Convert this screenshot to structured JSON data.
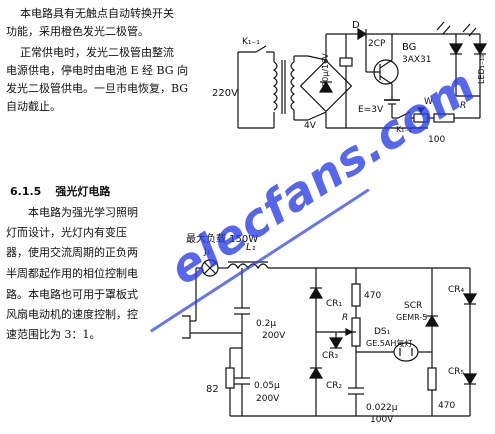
{
  "section1": {
    "lines": [
      "本电路具有无触点自动转换开关",
      "功能，采用橙色发光二极管。",
      "正常供电时，发光二极管由整流",
      "电源供电，停电时由电池 E 经 BG 向",
      "发光二极管供电。一旦市电恢复，BG",
      "自动截止。"
    ],
    "circuit": {
      "relay": "K₁₋₁",
      "mains": "220V",
      "transformer_out": "4V",
      "diode": "D",
      "diode_type": "2CP",
      "capacitor": "100μ/16V",
      "transistor": "BG",
      "transistor_type": "3AX31",
      "battery": "E=3V",
      "relay2": "K₁₋₂",
      "pot": "W",
      "resistor": "R",
      "resistor_value": "100",
      "led_array": "LED₁₋₁₀"
    }
  },
  "section2": {
    "number": "6.1.5",
    "title": "强光灯电路",
    "lines": [
      "本电路为强光学习照明",
      "灯而设计，光灯内有变压",
      "器，使用交流周期的正负两",
      "半周都起作用的相位控制电",
      "路。本电路也可用于罩板式",
      "风扇电动机的速度控制，控",
      "速范围比为 3：1。"
    ],
    "circuit": {
      "j1": "J₁",
      "load": "最大负载 150W",
      "inductor": "L₁",
      "cap1": "0.2μ",
      "cap1_v": "200V",
      "res1": "82",
      "cap2": "0.05μ",
      "cap2_v": "200V",
      "cr1": "CR₁",
      "cr2": "CR₂",
      "cr3": "CR₃",
      "cr4": "CR₄",
      "cr5": "CR₅",
      "r470a": "470",
      "r_label": "R",
      "ds1": "DS₁",
      "ds1_type": "GE.5AH氖灯",
      "scr": "SCR",
      "scr_type": "GEMR-5",
      "cap3": "0.022μ",
      "cap3_v": "100V",
      "r470b": "470"
    }
  },
  "watermark": "elecfans.com"
}
